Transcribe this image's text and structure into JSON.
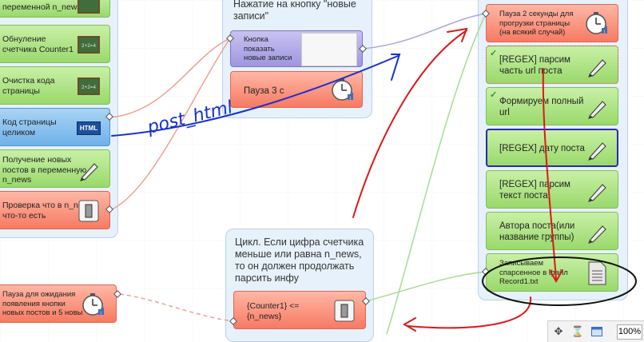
{
  "left_panel": {
    "blocks": [
      {
        "text": "переменной n_news",
        "icon": "chalkboard-icon"
      },
      {
        "text": "Обнуление\nсчетчика Counter1",
        "icon": "chalkboard-icon"
      },
      {
        "text": "Очистка кода\nстраницы",
        "icon": "chalkboard-icon"
      },
      {
        "text": "Код страницы\nцеликом",
        "icon": "html-icon",
        "icon_label": "HTML"
      },
      {
        "text": "Получение новых\nпостов в переменную\nn_news",
        "icon": "pen-icon"
      },
      {
        "text": "Проверка что в n_news\nчто-то есть",
        "icon": "switch-icon"
      }
    ]
  },
  "middle_panel": {
    "title": "Нажатие на кнопку \"новые\nзаписи\"",
    "button_block": "Кнопка\nпоказать\nновые записи",
    "pause_block": "Пауза 3 с"
  },
  "right_panel": {
    "blocks": [
      {
        "text": "Пауза 2 секунды для\nпрогрузки страницы\n(на всякий случай)",
        "icon": "stopwatch-icon"
      },
      {
        "text": "[REGEX] парсим\nчасть url поста",
        "icon": "pen-icon"
      },
      {
        "text": "Формируем полный\nurl",
        "icon": "pen-icon"
      },
      {
        "text": "[REGEX] дату поста",
        "icon": "pen-icon"
      },
      {
        "text": "[REGEX] парсим\nтекст поста",
        "icon": "pen-icon"
      },
      {
        "text": "Автора поста(или\nназвание группы)",
        "icon": "pen-icon"
      },
      {
        "text": "Записываем\nспарсенное в файл\nRecord1.txt",
        "icon": "document-icon"
      }
    ]
  },
  "loop_panel": {
    "title": "Цикл. Если цифра счетчика\nменьше или равна n_news,\nто он должен продолжать\nпарсить инфу",
    "condition_block": "{Counter1} <=\n{n_news}"
  },
  "pause_wait_block": "Пауза для ожидания\nпоявления кнопки\nновых постов и 5 новы",
  "annotation": "post_html",
  "toolbar": {
    "zoom": "100%"
  },
  "colors": {
    "annotation_blue": "#1530d0",
    "annotation_red": "#dd1818",
    "ellipse": "#111111",
    "connector_pink": "#f0a090",
    "connector_purple": "#a8a8d8",
    "connector_green": "#a8dc90"
  }
}
